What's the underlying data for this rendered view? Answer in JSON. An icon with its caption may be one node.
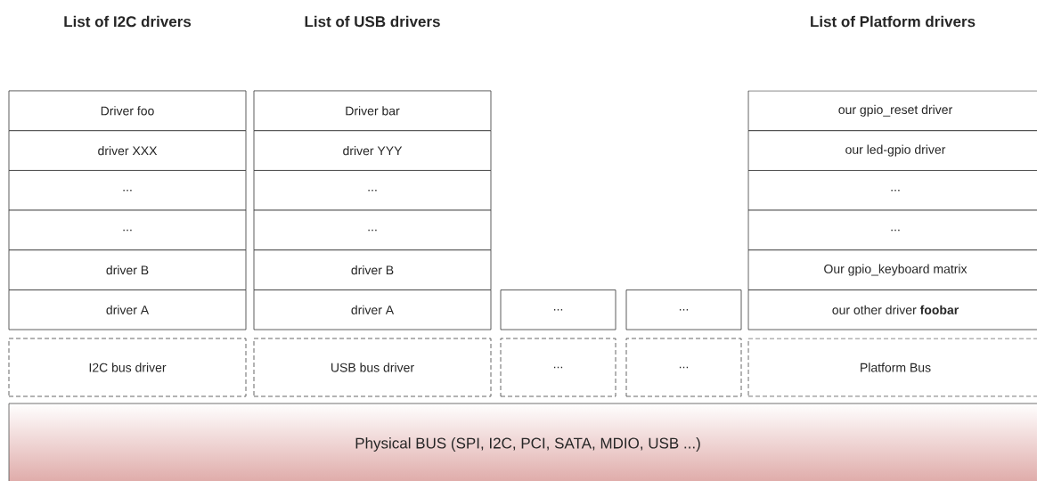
{
  "diagram": {
    "nodes": [
      {
        "text": [
          "Driver foo"
        ]
      },
      {
        "text": [
          "driver XXX"
        ]
      },
      {
        "text": [
          "..."
        ]
      },
      {
        "text": [
          "..."
        ]
      },
      {
        "text": [
          "driver B"
        ]
      },
      {
        "text": [
          "driver A"
        ]
      },
      {
        "text": [
          "Driver bar"
        ]
      },
      {
        "text": [
          "driver YYY"
        ]
      },
      {
        "text": [
          "..."
        ]
      },
      {
        "text": [
          "..."
        ]
      },
      {
        "text": [
          "driver B"
        ]
      },
      {
        "text": [
          "driver A"
        ]
      },
      {
        "text": [
          "..."
        ]
      },
      {
        "text": [
          "..."
        ]
      },
      {
        "text": [
          "our gpio_reset driver"
        ]
      },
      {
        "text": [
          "our led-gpio driver"
        ]
      },
      {
        "text": [
          "..."
        ]
      },
      {
        "text": [
          "..."
        ]
      },
      {
        "text": [
          "Our gpio_keyboard matrix"
        ]
      },
      {
        "text": [
          "our other driver **foobar**"
        ]
      },
      {
        "text": [
          "I2C bus driver"
        ]
      },
      {
        "text": [
          "USB bus driver"
        ]
      },
      {
        "text": [
          "..."
        ]
      },
      {
        "text": [
          "..."
        ]
      },
      {
        "text": [
          "Platform Bus"
        ]
      },
      {
        "text": [
          "Physical BUS (SPI, I2C, PCI, SATA, MDIO, USB ...)"
        ]
      }
    ],
    "labels": [
      "List of I2C drivers",
      "List of USB drivers",
      "List of Platform drivers"
    ]
  }
}
